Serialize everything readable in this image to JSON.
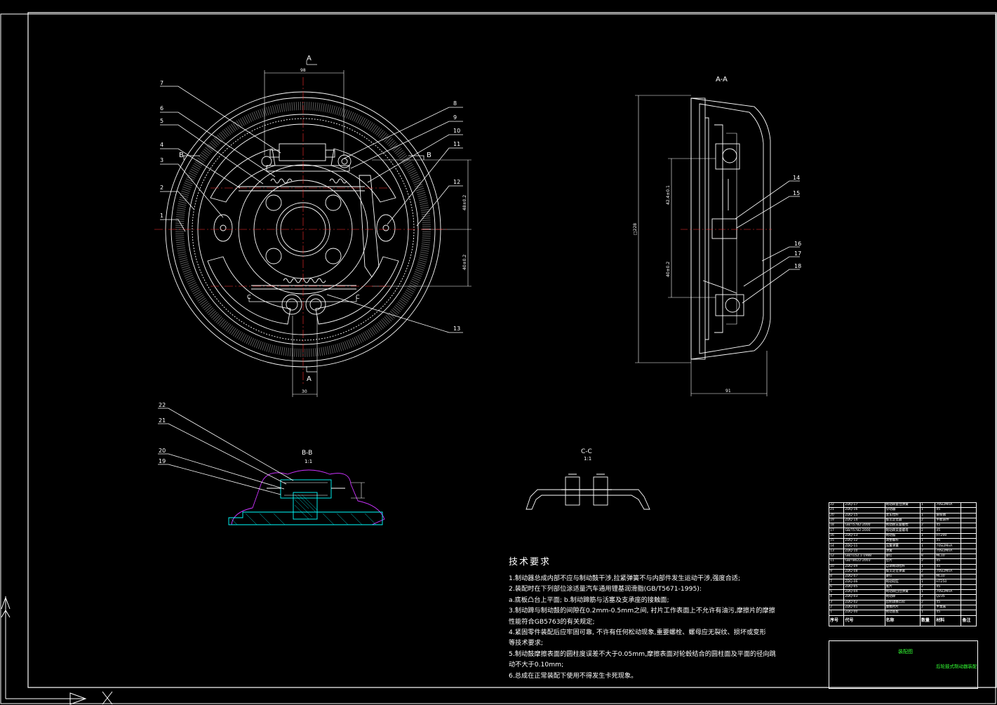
{
  "colors": {
    "background": "#000000",
    "lines": "#ffffff",
    "centerline": "#ff3030",
    "section_hatch": "#00ffff",
    "leader": "#ffffff",
    "title_text": "#33ff33",
    "boundary": "#cc33ff"
  },
  "main_view": {
    "section_mark": "A",
    "section_mark_bottom": "A",
    "section_b": "B",
    "section_c": "C",
    "dim_top": "98",
    "dim_bottom": "30",
    "dim_right_upper": "48±0.2",
    "dim_right_lower": "40±0.2",
    "callouts": [
      "1",
      "2",
      "3",
      "4",
      "5",
      "6",
      "7",
      "8",
      "9",
      "10",
      "11",
      "12",
      "13"
    ]
  },
  "section_aa": {
    "title": "A-A",
    "dim_height": "□228",
    "dim_upper": "42.4±0.1",
    "dim_lower": "40±0.2",
    "dim_width": "91",
    "callouts": [
      "14",
      "15",
      "16",
      "17",
      "18"
    ]
  },
  "section_bb": {
    "title": "B-B",
    "scale": "1:1",
    "callouts": [
      "19",
      "20",
      "21",
      "22"
    ]
  },
  "section_cc": {
    "title": "C-C",
    "scale": "1:1"
  },
  "tech_requirements": {
    "title": "技术要求",
    "lines": [
      "1.制动器总成内部不应与制动鼓干涉,拉紧弹簧不与内部件发生运动干涉,强度合适;",
      "2.装配时在下列部位涂适量汽车通用锂基润滑脂(GB/T5671-1995):",
      "   a.底板凸台上平面; b.制动蹄筋与活塞及支承座的接触面;",
      "3.制动蹄与制动鼓的间隙在0.2mm-0.5mm之间, 衬片工作表面上不允许有油污,摩擦片的摩擦",
      "性能符合GB5763的有关规定;",
      "4.紧固零件装配后应牢固可靠, 不许有任何松动现象,重要螺栓、螺母应无裂纹、损坏或变形",
      "等技术要求;",
      "5.制动鼓摩擦表面的圆柱度误差不大于0.05mm,摩擦表面对轮毂结合的圆柱面及平面的径向跳",
      "动不大于0.10mm;",
      "6.总成在正常装配下使用不得发生卡死现象。"
    ]
  },
  "bom": {
    "rows": [
      [
        "22",
        "ZDQ-17",
        "制动蹄复位弹簧",
        "1",
        "70Si2MnA",
        ""
      ],
      [
        "21",
        "ZDQ-16",
        "分动器",
        "1",
        "45",
        ""
      ],
      [
        "20",
        "ZDQ-15",
        "驻车拉杆",
        "1",
        "铸铁钢",
        ""
      ],
      [
        "19",
        "ZDQ-14",
        "拔叉定位器",
        "2",
        "平板铸件",
        ""
      ],
      [
        "18",
        "GB/T5782-2000",
        "制动蹄支座螺栓",
        "2",
        "45",
        ""
      ],
      [
        "17",
        "GB/T5782-2000",
        "制动蹄支座螺母",
        "2",
        "45",
        ""
      ],
      [
        "16",
        "ZDQ-13",
        "制动鼓",
        "1",
        "HT200",
        ""
      ],
      [
        "15",
        "ZDQ-12",
        "调整螺杆",
        "1",
        "45",
        ""
      ],
      [
        "14",
        "ZDQ-11",
        "压簧弹簧",
        "1",
        "70Si2MnA",
        ""
      ],
      [
        "13",
        "ZDQ-10",
        "弹簧",
        "2",
        "70Si2MnA",
        ""
      ],
      [
        "12",
        "GB/T152.1-1988",
        "铆钉",
        "8",
        "ML10",
        ""
      ],
      [
        "11",
        "GB/T8622-2003",
        "垫片",
        "2",
        "45",
        ""
      ],
      [
        "10",
        "ZDQ-09",
        "自调制动拉杆",
        "1",
        "45",
        ""
      ],
      [
        "9",
        "ZDQ-08",
        "拔叉定位弹簧",
        "2",
        "70Si2MnA",
        ""
      ],
      [
        "8",
        "ZDQ-07",
        "铆钉",
        "8",
        "ML10",
        ""
      ],
      [
        "7",
        "ZDQ-06",
        "制动轮缸",
        "1",
        "HT250",
        ""
      ],
      [
        "6",
        "ZDQ-05",
        "底片",
        "2",
        "45",
        ""
      ],
      [
        "5",
        "ZDQ-04",
        "制动蹄回位弹簧",
        "1",
        "70Si2MnA",
        ""
      ],
      [
        "4",
        "ZDQ-03",
        "制动蹄",
        "2",
        "Q235",
        ""
      ],
      [
        "3",
        "ZDQ-02",
        "后制调整凸轮",
        "2",
        "45",
        ""
      ],
      [
        "2",
        "ZDQ-01",
        "摩擦衬片",
        "2",
        "半金属",
        ""
      ],
      [
        "1",
        "ZDQ-00",
        "制动底板",
        "1",
        "45",
        ""
      ]
    ],
    "header": [
      "序号",
      "代号",
      "名称",
      "数量",
      "材料",
      "备注"
    ]
  },
  "title_block": {
    "drawing_name": "装配图",
    "school": "后轮鼓式制动器装配"
  }
}
